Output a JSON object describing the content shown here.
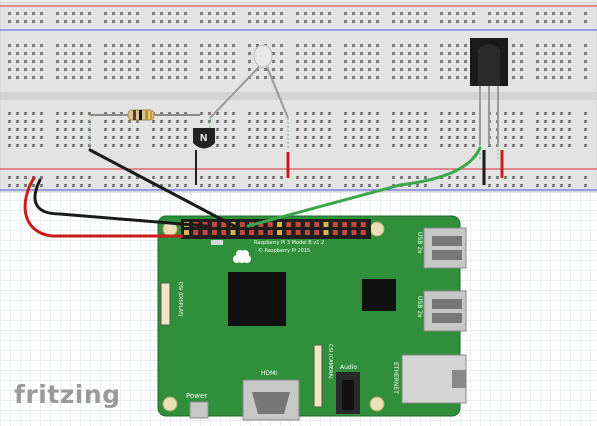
{
  "brand": "fritzing",
  "board": {
    "model": "Raspberry Pi 3 Model B v1.2",
    "copyright": "© Raspberry Pi 2015",
    "usb_top": "USB 2x",
    "usb_bottom": "USB 2x",
    "ethernet": "ETHERNET",
    "display": "DSI (DISPLAY)",
    "camera": "CSI (CAMERA)",
    "hdmi": "HDMI",
    "audio": "Audio",
    "power": "Power"
  },
  "components": {
    "resistor": "resistor",
    "transistor_mark": "N",
    "led": "led",
    "ir_receiver": "ir-receiver"
  },
  "colors": {
    "breadboard": "#e4e4e4",
    "board_green": "#2f8f3a",
    "wire_red": "#cc1b1b",
    "wire_black": "#1a1a1a",
    "wire_green": "#3aa84a",
    "rail_red": "#d33",
    "rail_blue": "#33c"
  }
}
